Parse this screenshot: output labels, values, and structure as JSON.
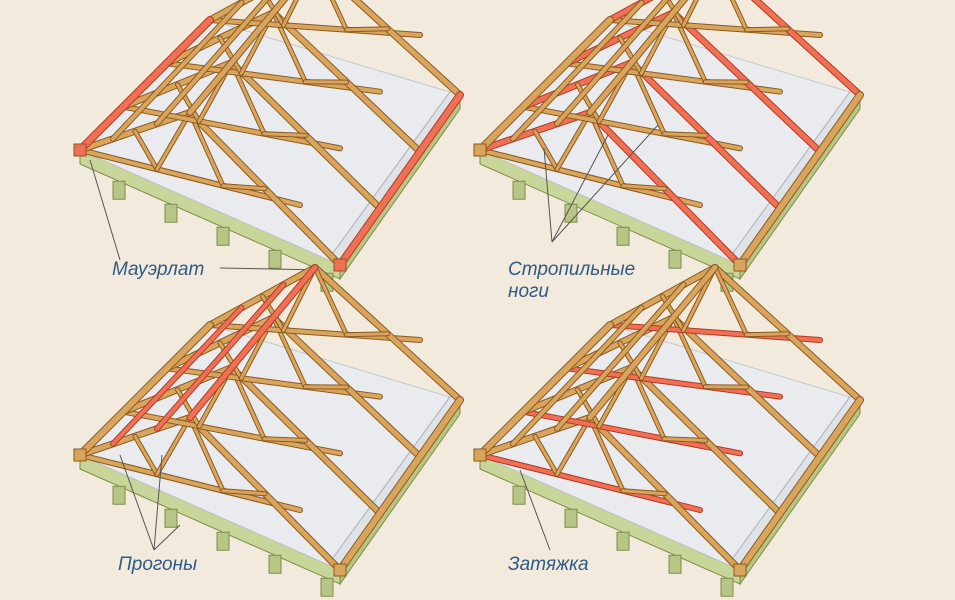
{
  "colors": {
    "background": "#f2ebdd",
    "wood": "#d9a45c",
    "wood_edge": "#8a5a22",
    "highlight": "#f07055",
    "highlight_edge": "#b33a22",
    "wall": "#c9d69a",
    "wall_edge": "#7e8c4c",
    "ceiling": "#e9ebee",
    "label_text": "#2f5a86",
    "leader_line": "#555555"
  },
  "panels": [
    {
      "id": "mauerlat",
      "label_lines": [
        "Мауэрлат"
      ],
      "highlight": "mauerlat"
    },
    {
      "id": "rafters",
      "label_lines": [
        "Стропильные",
        "ноги"
      ],
      "highlight": "rafters"
    },
    {
      "id": "purlins",
      "label_lines": [
        "Прогоны"
      ],
      "highlight": "purlins"
    },
    {
      "id": "tie",
      "label_lines": [
        "Затяжка"
      ],
      "highlight": "tie"
    }
  ]
}
